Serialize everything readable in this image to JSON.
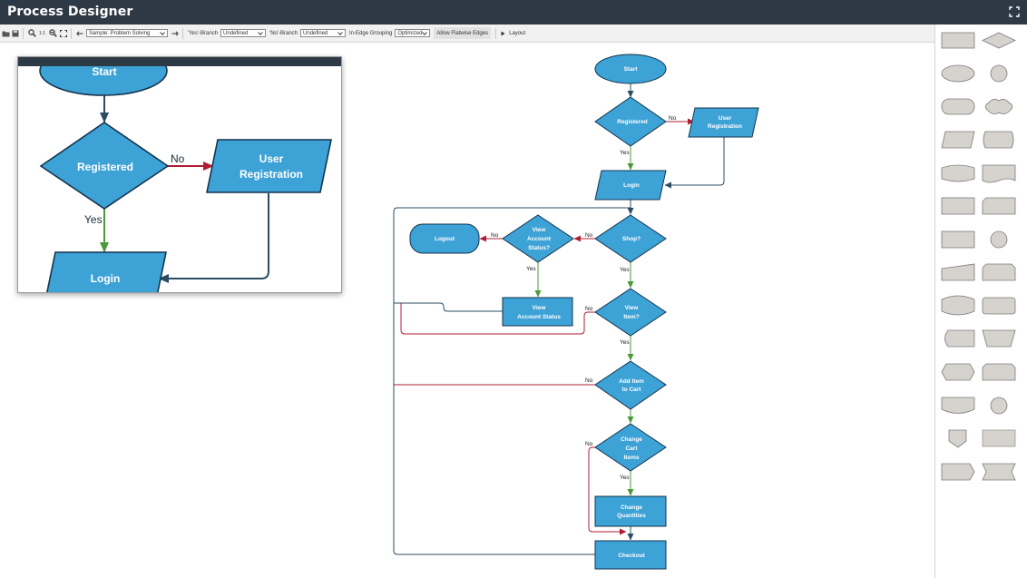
{
  "app": {
    "title": "Process Designer"
  },
  "toolbar": {
    "zoom_one_label": "1:1",
    "sample_select": "Sample: Problem Solving",
    "yes_branch_label": "'Yes'-Branch",
    "yes_branch_value": "Undefined",
    "no_branch_label": "'No'-Branch",
    "no_branch_value": "Undefined",
    "grouping_label": "In-Edge Grouping",
    "grouping_value": "Optimized",
    "flatwise_button": "Allow Flatwise Edges",
    "layout_button": "Layout"
  },
  "diagram": {
    "nodes": {
      "start": "Start",
      "registered": "Registered",
      "user_registration": [
        "User",
        "Registration"
      ],
      "login": "Login",
      "shop": "Shop?",
      "view_account_status_q": [
        "View",
        "Account",
        "Status?"
      ],
      "logout": "Logout",
      "view_account_status": [
        "View",
        "Account Status"
      ],
      "view_item": [
        "View",
        "Item?"
      ],
      "add_item": [
        "Add Item",
        "to Cart"
      ],
      "change_cart_items": [
        "Change",
        "Cart",
        "Items"
      ],
      "change_quantities": [
        "Change",
        "Quantities"
      ],
      "checkout": "Checkout"
    },
    "edge_labels": {
      "yes": "Yes",
      "no": "No"
    },
    "colors": {
      "node_fill": "#3da2d6",
      "node_stroke": "#14344e",
      "edge_default": "#2c4c63",
      "edge_yes": "#4a9a38",
      "edge_no": "#b01c32",
      "palette_fill": "#d6d2cd",
      "palette_stroke": "#7c7c7c"
    }
  }
}
